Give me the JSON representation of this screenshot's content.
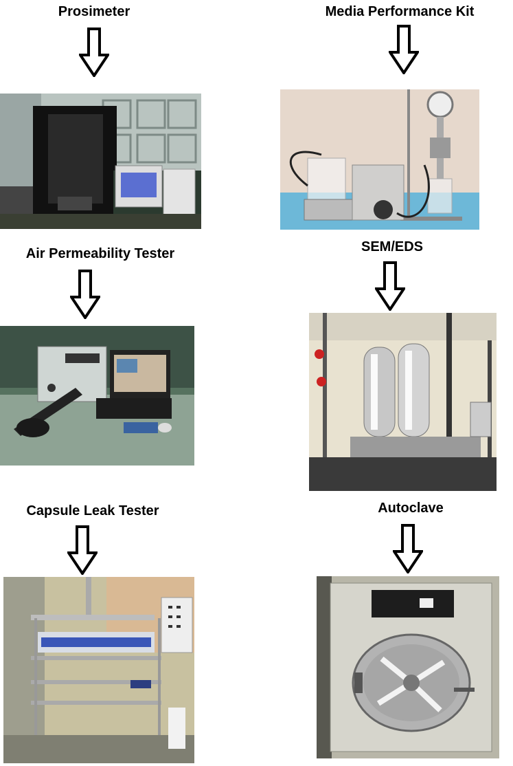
{
  "items": [
    {
      "label": "Prosimeter"
    },
    {
      "label": "Media Performance Kit"
    },
    {
      "label": "Air Permeability Tester"
    },
    {
      "label": "SEM/EDS"
    },
    {
      "label": "Capsule Leak Tester"
    },
    {
      "label": "Autoclave"
    }
  ],
  "icons": {
    "arrow": "down-arrow-outline-icon"
  }
}
